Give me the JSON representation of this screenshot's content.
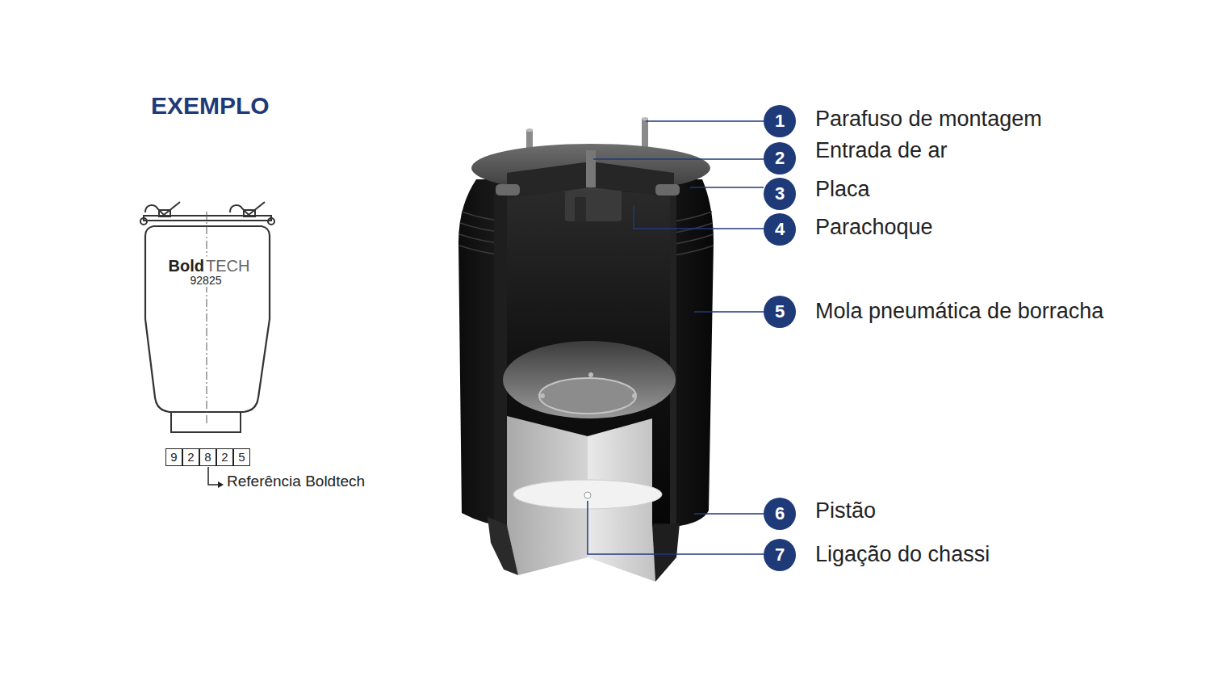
{
  "diagram": {
    "title": "EXEMPLO",
    "nodes": [
      {
        "text": [
          "9"
        ]
      },
      {
        "text": [
          "2"
        ]
      },
      {
        "text": [
          "8"
        ]
      },
      {
        "text": [
          "2"
        ]
      },
      {
        "text": [
          "5"
        ]
      },
      {
        "text": [
          "1"
        ]
      },
      {
        "text": [
          "2"
        ]
      },
      {
        "text": [
          "3"
        ]
      },
      {
        "text": [
          "4"
        ]
      },
      {
        "text": [
          "5"
        ]
      },
      {
        "text": [
          "6"
        ]
      },
      {
        "text": [
          "7"
        ]
      }
    ],
    "labels": [
      "Bold",
      "TECH",
      "92825",
      "Referência Boldtech",
      "Parafuso de montagem",
      "Entrada de ar",
      "Placa",
      "Parachoque",
      "Mola pneumática de borracha",
      "Pistão",
      "Ligação do chassi"
    ]
  }
}
